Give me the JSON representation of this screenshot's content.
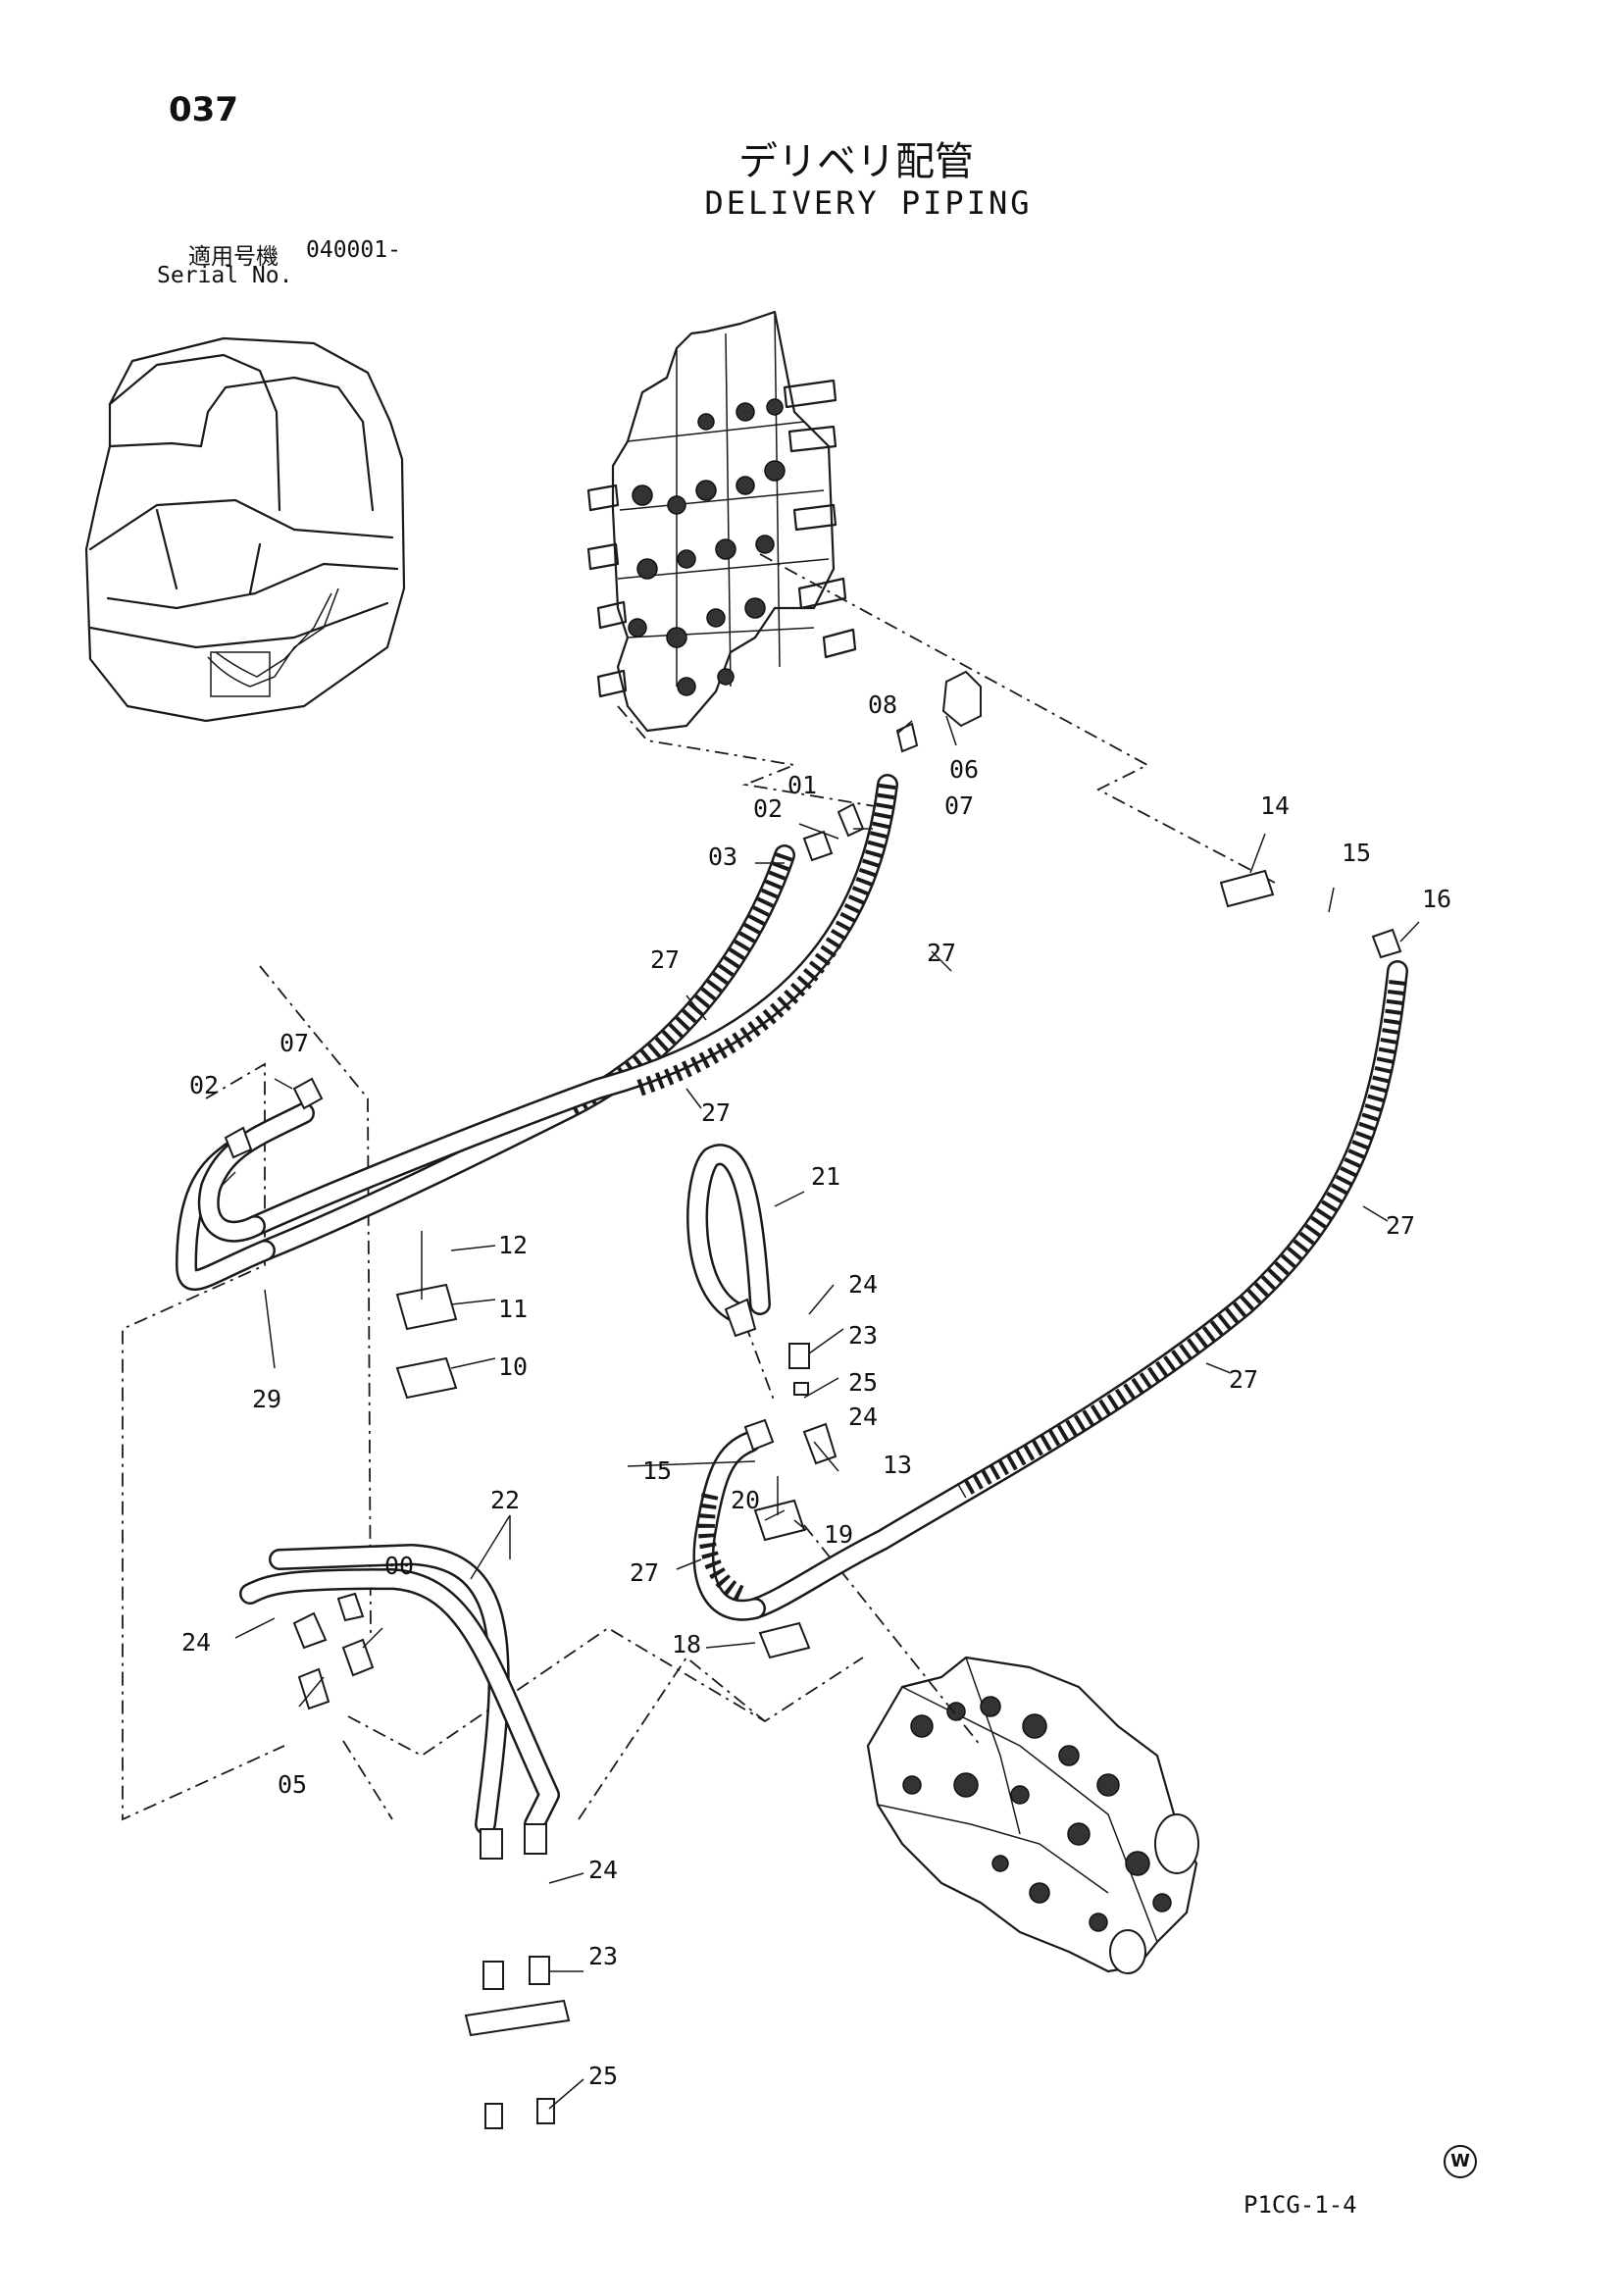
{
  "header": {
    "page_number": "037",
    "title_jp": "デリベリ配管",
    "title_en": "DELIVERY PIPING",
    "serial_label_jp": "適用号機",
    "serial_value": "040001-",
    "serial_label_en": "Serial No."
  },
  "callouts": {
    "c00": "00",
    "c01": "01",
    "c02a": "02",
    "c02b": "02",
    "c03": "03",
    "c05": "05",
    "c06": "06",
    "c07a": "07",
    "c07b": "07",
    "c08": "08",
    "c10": "10",
    "c11": "11",
    "c12": "12",
    "c13": "13",
    "c14": "14",
    "c15a": "15",
    "c15b": "15",
    "c16": "16",
    "c18": "18",
    "c19": "19",
    "c20": "20",
    "c21": "21",
    "c22": "22",
    "c23a": "23",
    "c23b": "23",
    "c24a": "24",
    "c24b": "24",
    "c24c": "24",
    "c24d": "24",
    "c25a": "25",
    "c25b": "25",
    "c27a": "27",
    "c27b": "27",
    "c27c": "27",
    "c27d": "27",
    "c27e": "27",
    "c27f": "27",
    "c29": "29"
  },
  "footer": {
    "mark": "W",
    "drawing_code": "P1CG-1-4"
  }
}
